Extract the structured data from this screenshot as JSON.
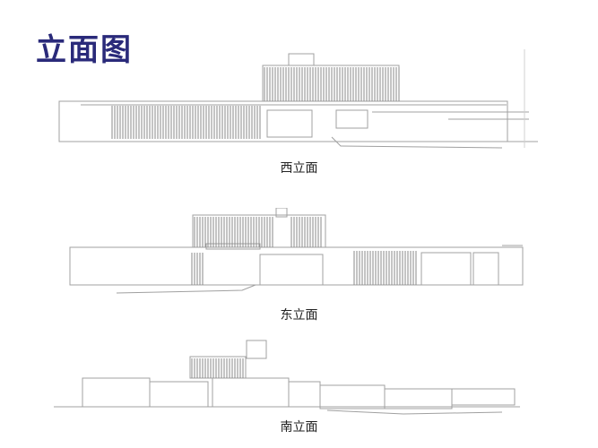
{
  "page": {
    "title": "立面图"
  },
  "drawings": [
    {
      "id": "west",
      "caption": "西立面"
    },
    {
      "id": "east",
      "caption": "东立面"
    },
    {
      "id": "south",
      "caption": "南立面"
    }
  ],
  "colors": {
    "title": "#2a2a7a",
    "line": "#9a9a9a",
    "hatch": "#7a7a7a"
  }
}
